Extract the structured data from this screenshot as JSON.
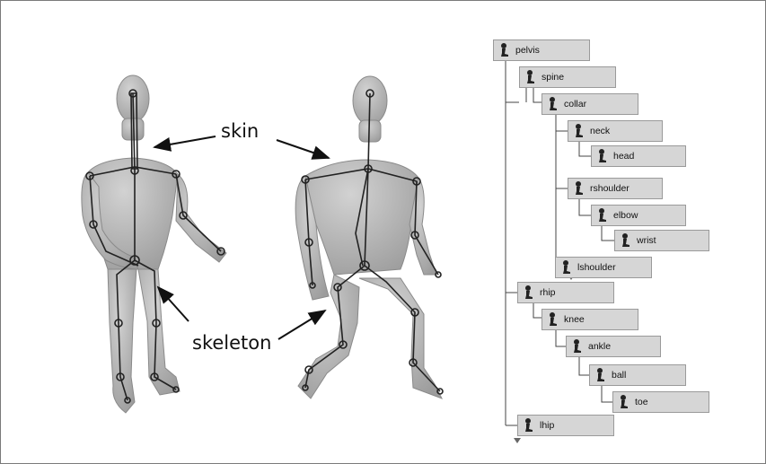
{
  "annotations": {
    "skin": "skin",
    "skeleton": "skeleton"
  },
  "hierarchy": [
    {
      "label": "pelvis"
    },
    {
      "label": "spine"
    },
    {
      "label": "collar"
    },
    {
      "label": "neck"
    },
    {
      "label": "head"
    },
    {
      "label": "rshoulder"
    },
    {
      "label": "elbow"
    },
    {
      "label": "wrist"
    },
    {
      "label": "lshoulder"
    },
    {
      "label": "rhip"
    },
    {
      "label": "knee"
    },
    {
      "label": "ankle"
    },
    {
      "label": "ball"
    },
    {
      "label": "toe"
    },
    {
      "label": "lhip"
    }
  ],
  "icon": "joint-icon",
  "colors": {
    "node_bg": "#d6d6d6",
    "skin": "#b4b4b4",
    "bone": "#2a2a2a"
  }
}
